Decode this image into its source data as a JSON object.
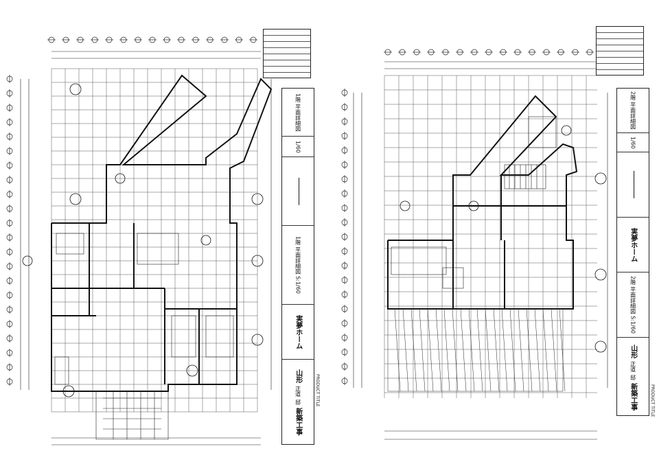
{
  "sheets": [
    {
      "id": "floor1",
      "product_title_label": "PRODUCT TITLE",
      "owner": "山形",
      "honorific": "正道",
      "suffix": "邸",
      "project": "新築工事",
      "scale_title": "1階 平面詳細図 S:1/60",
      "company": "実夢ホーム",
      "drawing_name": "1階 平面詳細図",
      "scale": "1/60"
    },
    {
      "id": "floor2",
      "product_title_label": "PRODUCT TITLE",
      "owner": "山形",
      "honorific": "正道",
      "suffix": "邸",
      "project": "新築工事",
      "scale_title": "2階 平面詳細図 S:1/60",
      "company": "実夢ホーム",
      "drawing_name": "2階 平面詳細図",
      "scale": "1/60"
    }
  ],
  "colors": {
    "line": "#1a1a1a",
    "grid": "#555555",
    "paper": "#ffffff"
  }
}
